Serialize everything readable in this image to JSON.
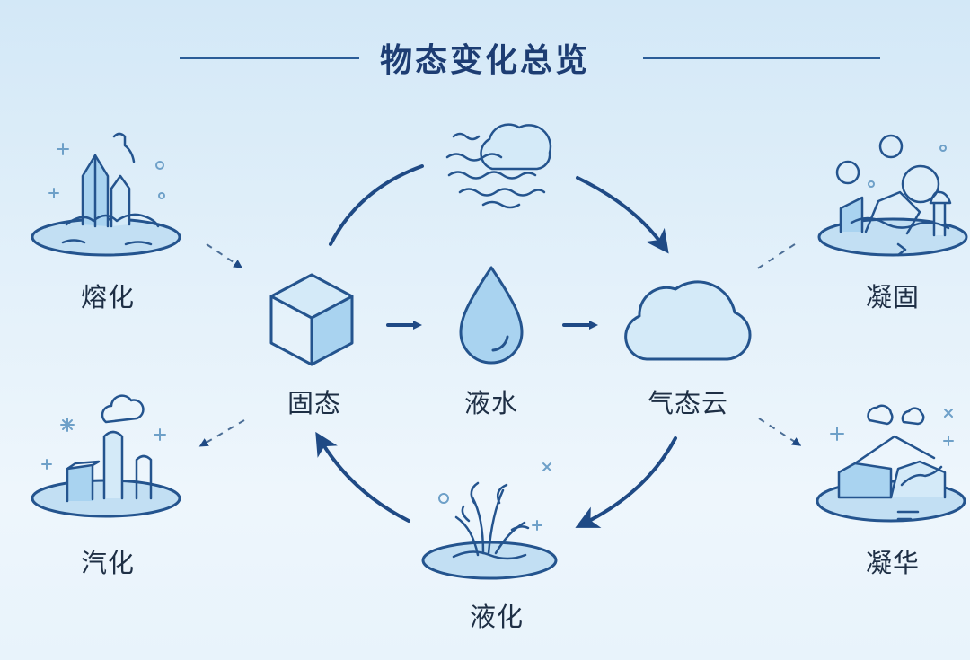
{
  "title": "物态变化总览",
  "center": {
    "solid": "固态",
    "liquid": "液水",
    "gas": "气态云"
  },
  "processes": {
    "melting": "熔化",
    "vaporization": "汽化",
    "liquefaction": "液化",
    "solidification": "凝固",
    "deposition": "凝华"
  },
  "colors": {
    "title": "#1d3d73",
    "line": "#24548e",
    "fill": "#a9d3f0"
  }
}
